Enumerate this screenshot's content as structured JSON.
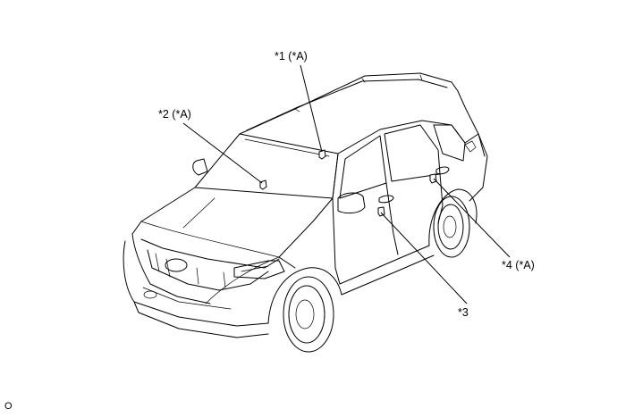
{
  "callouts": [
    {
      "id": "c1",
      "label": "*1 (*A)"
    },
    {
      "id": "c2",
      "label": "*2 (*A)"
    },
    {
      "id": "c3",
      "label": "*3"
    },
    {
      "id": "c4",
      "label": "*4 (*A)"
    }
  ],
  "corner_code": "O"
}
